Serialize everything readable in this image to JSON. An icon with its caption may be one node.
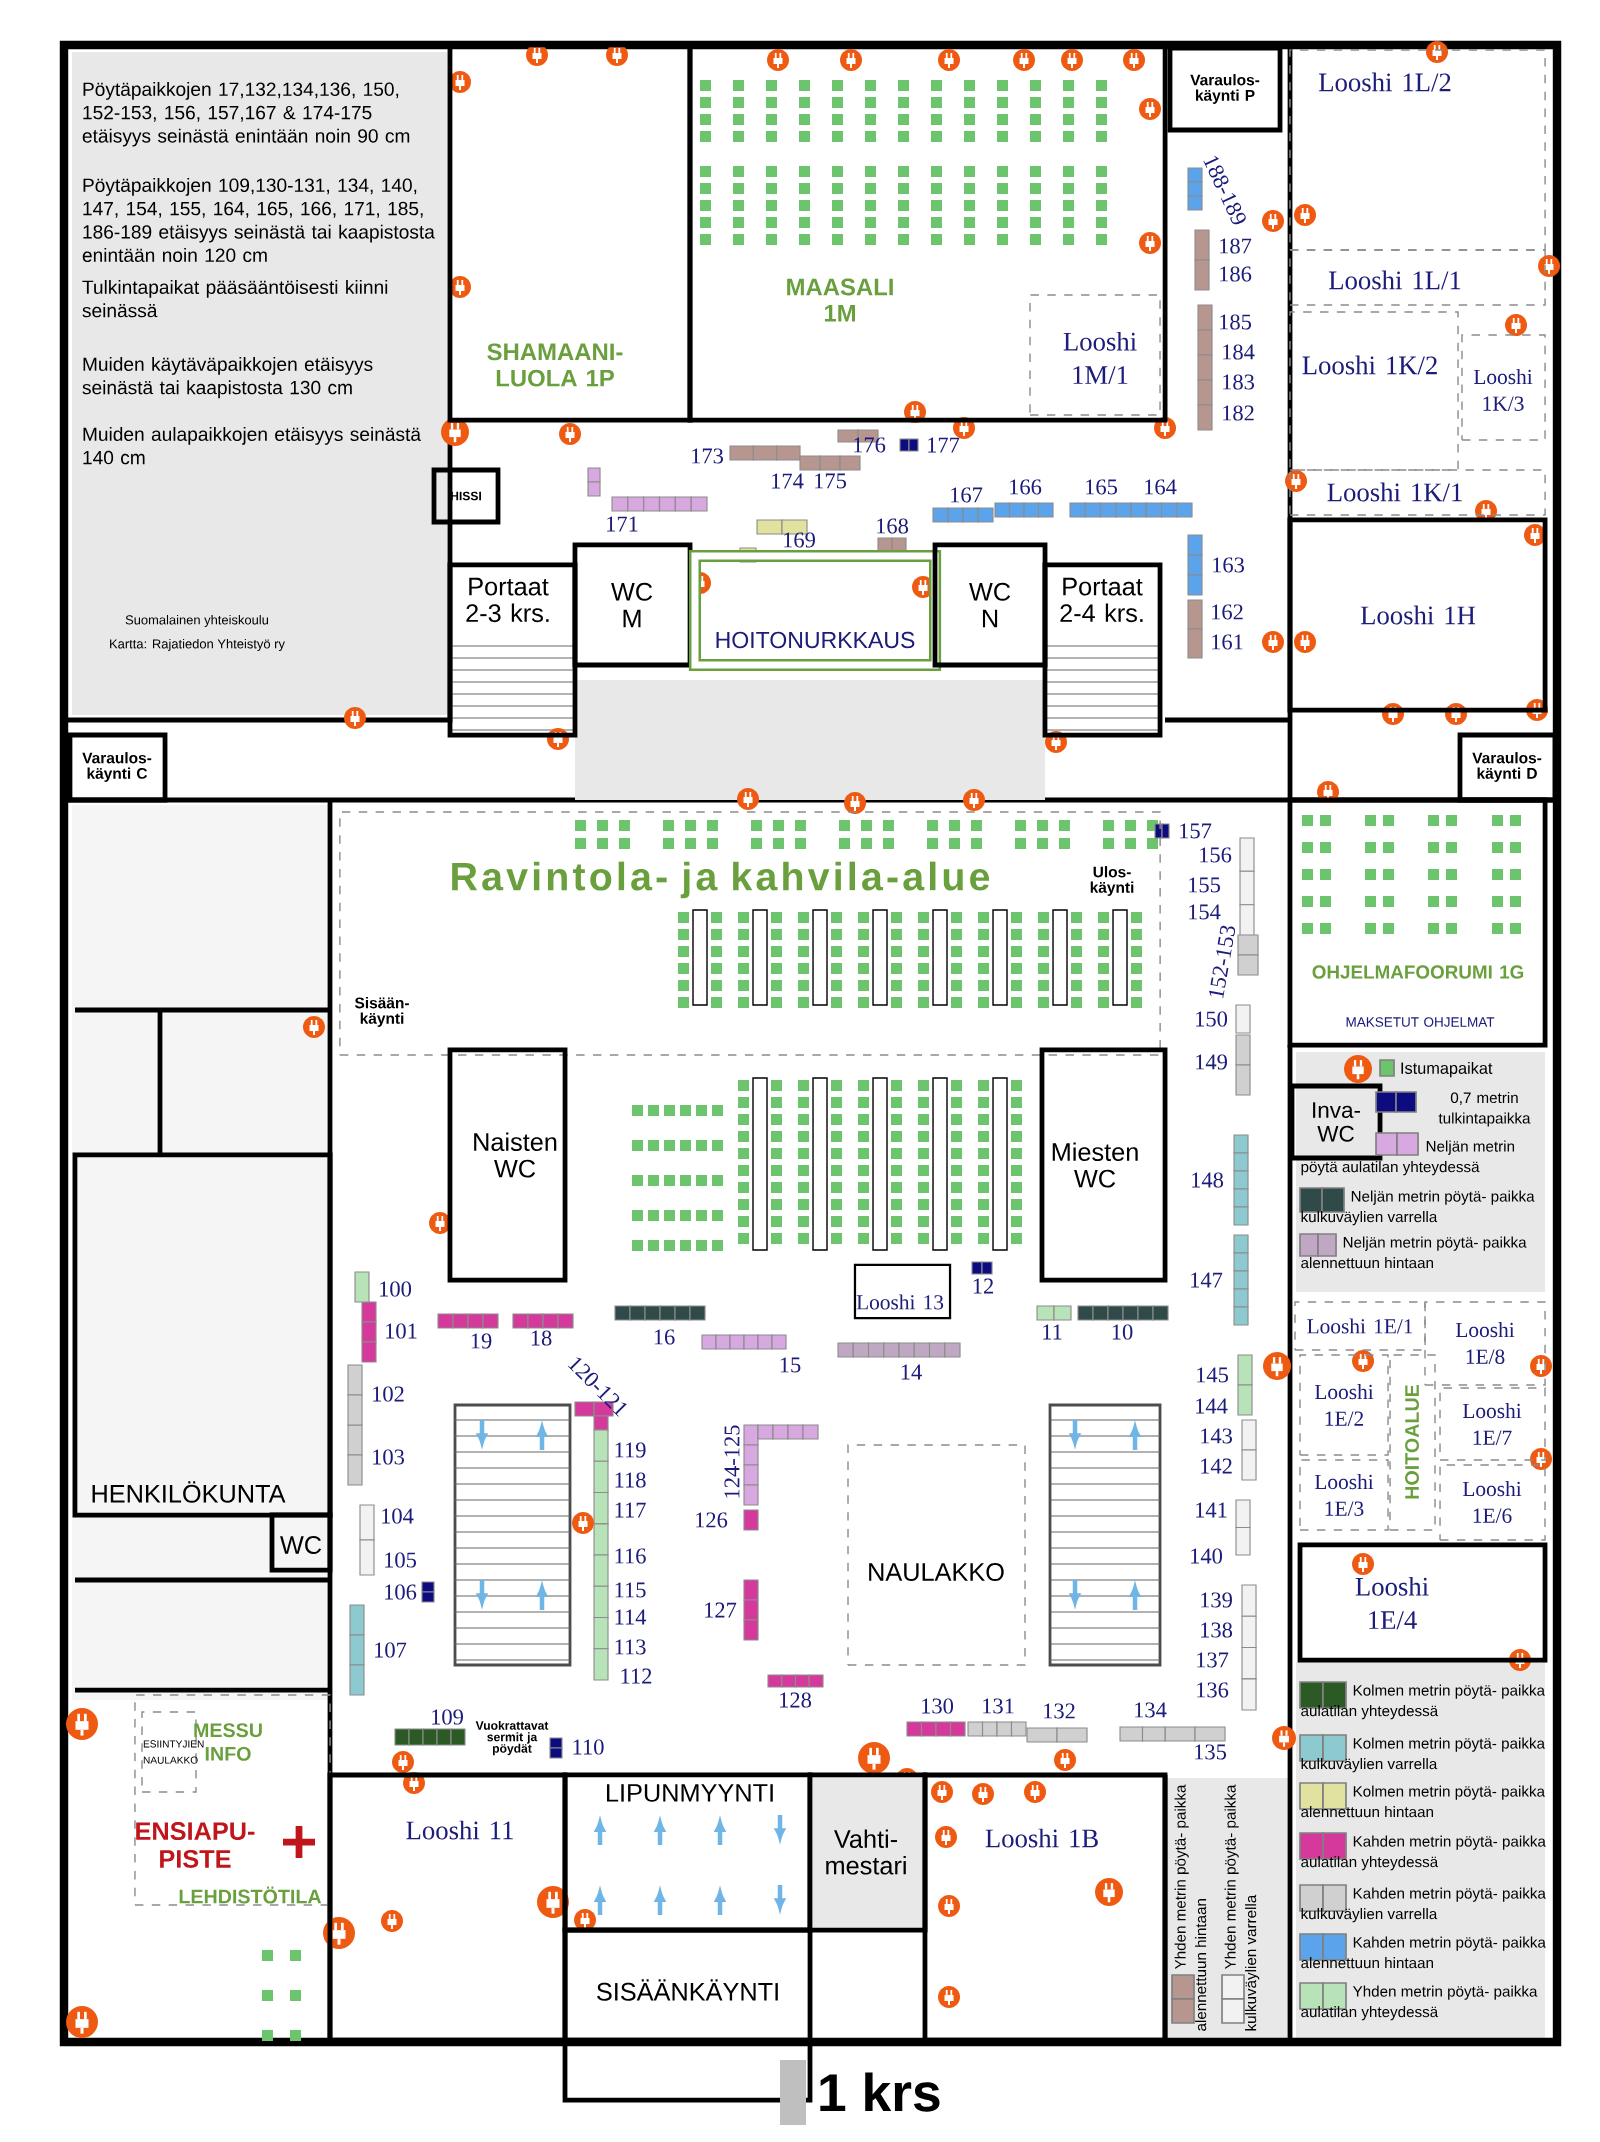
{
  "diagram": {
    "title": "1 krs",
    "nodes": [
      {
        "text": [
          "SHAMAANI- LUOLA 1P"
        ]
      },
      {
        "text": [
          "MAASALI 1M"
        ]
      },
      {
        "text": [
          "Looshi 1M/1"
        ],
        "in": 1
      },
      {
        "text": [
          "Varaulos- käynti P"
        ]
      },
      {
        "text": [
          "Looshi 1L/2"
        ]
      },
      {
        "text": [
          "Looshi 1L/1"
        ]
      },
      {
        "text": [
          "Looshi 1K/2"
        ]
      },
      {
        "text": [
          "Looshi 1K/3"
        ]
      },
      {
        "text": [
          "Looshi 1K/1"
        ]
      },
      {
        "text": [
          "Looshi 1H"
        ]
      },
      {
        "text": [
          "HISSI"
        ]
      },
      {
        "text": [
          "Portaat 2-3 krs."
        ]
      },
      {
        "text": [
          "WC M"
        ]
      },
      {
        "text": [
          "HOITONURKKAUS"
        ]
      },
      {
        "text": [
          "WC N"
        ]
      },
      {
        "text": [
          "Portaat 2-4 krs."
        ]
      },
      {
        "text": [
          "Varaulos- käynti C"
        ]
      },
      {
        "text": [
          "Varaulos- käynti D"
        ]
      },
      {
        "text": [
          "Ravintola- ja kahvila-alue"
        ]
      },
      {
        "text": [
          "Naisten WC"
        ]
      },
      {
        "text": [
          "Miesten WC"
        ]
      },
      {
        "text": [
          "OHJELMAFOORUMI 1G",
          "MAKSETUT OHJELMAT"
        ]
      },
      {
        "text": [
          "Inva-WC"
        ]
      },
      {
        "text": [
          "Looshi 13"
        ]
      },
      {
        "text": [
          "HENKILÖKUNTA"
        ]
      },
      {
        "text": [
          "WC"
        ]
      },
      {
        "text": [
          "Looshi 1E/1"
        ]
      },
      {
        "text": [
          "Looshi 1E/8"
        ]
      },
      {
        "text": [
          "Looshi 1E/2"
        ]
      },
      {
        "text": [
          "HOITOALUE"
        ]
      },
      {
        "text": [
          "Looshi 1E/7"
        ]
      },
      {
        "text": [
          "Looshi 1E/3"
        ]
      },
      {
        "text": [
          "Looshi 1E/6"
        ]
      },
      {
        "text": [
          "Looshi 1E/4"
        ]
      },
      {
        "text": [
          "NAULAKKO"
        ]
      },
      {
        "text": [
          "ENSIAPU- PISTE"
        ]
      },
      {
        "text": [
          "ESIINTYJIEN NAULAKKO"
        ],
        "in": 35
      },
      {
        "text": [
          "Looshi 11"
        ]
      },
      {
        "text": [
          "LIPUNMYYNTI"
        ]
      },
      {
        "text": [
          "SISÄÄNKÄYNTI"
        ]
      },
      {
        "text": [
          "Vahti- mestari"
        ]
      },
      {
        "text": [
          "Looshi 1B"
        ]
      }
    ],
    "labels": [
      "Pöytäpaikkojen 17,132,134,136, 150, 152-153, 156, 157,167 & 174-175 etäisyys seinästä enintään noin 90 cm",
      "Pöytäpaikkojen 109,130-131, 134, 140, 147, 154, 155, 164, 165, 166, 171, 185, 186-189 etäisyys seinästä tai kaapistosta enintään noin 120 cm",
      "Tulkintapaikat pääsääntöisesti kiinni seinässä",
      "Muiden käytäväpaikkojen etäisyys seinästä tai kaapistosta 130 cm",
      "Muiden aulapaikkojen etäisyys seinästä 140 cm",
      "188-189",
      "187",
      "186",
      "185",
      "184",
      "183",
      "182",
      "173",
      "176",
      "177",
      "174",
      "175",
      "167",
      "166",
      "165",
      "164",
      "171",
      "168",
      "169",
      "163",
      "Suomalainen yhteiskoulu",
      "162",
      "Kartta: Rajatiedon Yhteistyö ry",
      "161",
      "157",
      "156",
      "Ulos- käynti",
      "155",
      "154",
      "152-153",
      "Sisään- käynti",
      "150",
      "149",
      "148",
      "100",
      "12",
      "147",
      "101",
      "19",
      "18",
      "16",
      "11",
      "10",
      "15",
      "14",
      "145",
      "102",
      "120-121",
      "144",
      "103",
      "119",
      "124-125",
      "143",
      "118",
      "142",
      "104",
      "117",
      "126",
      "141",
      "105",
      "116",
      "140",
      "106",
      "115",
      "114",
      "127",
      "139",
      "138",
      "107",
      "113",
      "137",
      "112",
      "136",
      "109",
      "128",
      "130",
      "131",
      "132",
      "134",
      "MESSU INFO",
      "Vuokrattavat sermit ja pöydät",
      "110",
      "135",
      "LEHDISTÖTILA"
    ],
    "legend": [
      {
        "text": "Istumapaikat",
        "color": "#6cc46c"
      },
      {
        "text": "0,7 metrin tulkintapaikka",
        "color": "#0c0c80"
      },
      {
        "text": "Neljän metrin pöytä aulatilan yhteydessä",
        "color": "#d8a8e0"
      },
      {
        "text": "Neljän metrin pöytä- paikka kulkuväylien varrella",
        "color": "#2f4a48"
      },
      {
        "text": "Neljän metrin pöytä- paikka alennettuun hintaan",
        "color": "#c0a8c4"
      },
      {
        "text": "Yhden metrin pöytä- paikka alennettuun hintaan",
        "color": "#b89690"
      },
      {
        "text": "Yhden metrin pöytä- paikka kulkuväylien varrella",
        "color": "#f2f2f2"
      },
      {
        "text": "Kolmen metrin pöytä- paikka aulatilan yhteydessä",
        "color": "#2b5a24"
      },
      {
        "text": "Kolmen metrin pöytä- paikka kulkuväylien varrella",
        "color": "#8ccad0"
      },
      {
        "text": "Kolmen metrin pöytä- paikka alennettuun hintaan",
        "color": "#e2e2a0"
      },
      {
        "text": "Kahden metrin pöytä- paikka aulatilan yhteydessä",
        "color": "#d6399c"
      },
      {
        "text": "Kahden metrin pöytä- paikka kulkuväylien varrella",
        "color": "#d0d0d0"
      },
      {
        "text": "Kahden metrin pöytä- paikka alennettuun hintaan",
        "color": "#5ba4ec"
      },
      {
        "text": "Yhden metrin pöytä- paikka aulatilan yhteydessä",
        "color": "#b8e2b8"
      }
    ]
  }
}
